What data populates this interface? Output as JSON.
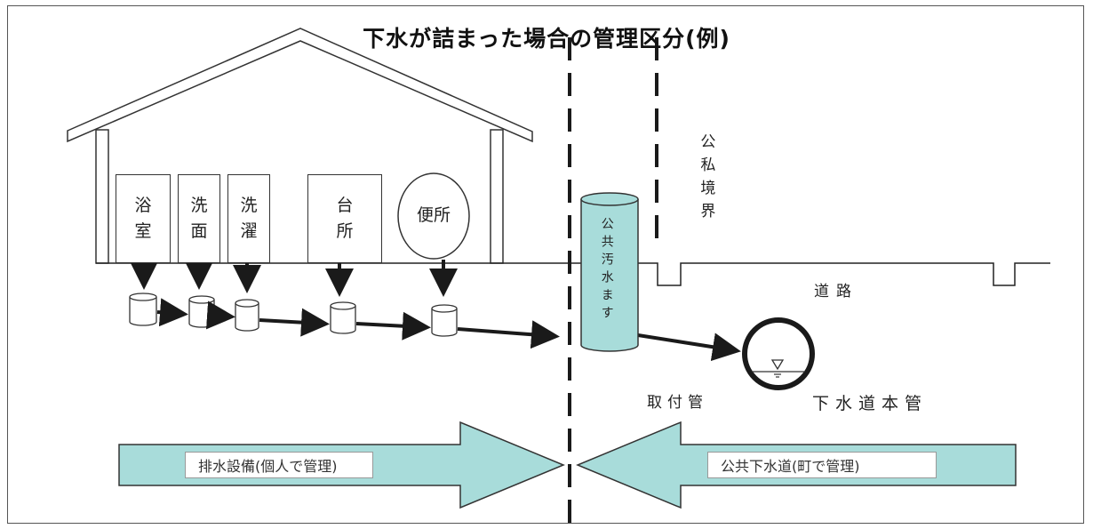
{
  "title": "下水が詰まった場合の管理区分(例)",
  "rooms": {
    "bath": "浴\n室",
    "washbasin": "洗\n面",
    "laundry": "洗\n濯",
    "kitchen": "台\n所",
    "toilet": "便所"
  },
  "public_sewage_box": "公共汚水ます",
  "boundary": "公私境界",
  "road": "道路",
  "connection_pipe": "取付管",
  "main_sewer": "下水道本管",
  "left_arrow_label": "排水設備(個人で管理)",
  "right_arrow_label": "公共下水道(町で管理)",
  "colors": {
    "teal_fill": "#a8dcda",
    "line": "#1a1a1a",
    "frame": "#555555"
  }
}
